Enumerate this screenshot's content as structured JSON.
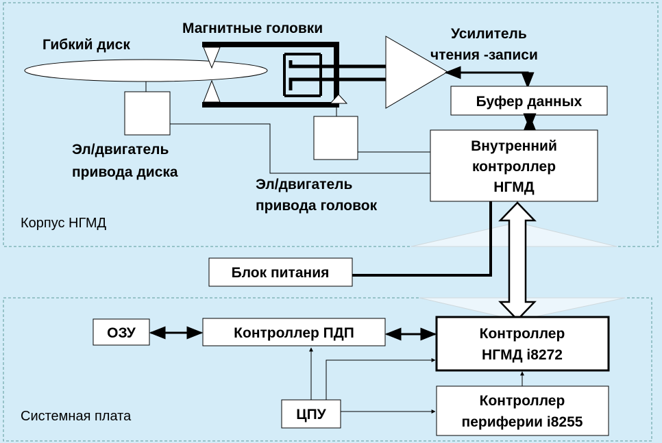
{
  "colors": {
    "background": "#d4ecf8",
    "region_border": "#5a9a9a",
    "stroke": "#000000",
    "box_fill": "#ffffff"
  },
  "regions": {
    "drive_housing": "Корпус НГМД",
    "system_board": "Системная плата"
  },
  "labels": {
    "floppy_disk": "Гибкий диск",
    "magnetic_heads": "Магнитные головки",
    "amplifier_line1": "Усилитель",
    "amplifier_line2": "чтения -записи",
    "disk_motor_line1": "Эл/двигатель",
    "disk_motor_line2": "привода диска",
    "head_motor_line1": "Эл/двигатель",
    "head_motor_line2": "привода головок"
  },
  "blocks": {
    "data_buffer": "Буфер данных",
    "internal_controller_line1": "Внутренний",
    "internal_controller_line2": "контроллер",
    "internal_controller_line3": "НГМД",
    "power_supply": "Блок питания",
    "ram": "ОЗУ",
    "dma_controller": "Контроллер ПДП",
    "fdc_line1": "Контроллер",
    "fdc_line2": "НГМД i8272",
    "cpu": "ЦПУ",
    "ppi_line1": "Контроллер",
    "ppi_line2": "периферии i8255"
  }
}
